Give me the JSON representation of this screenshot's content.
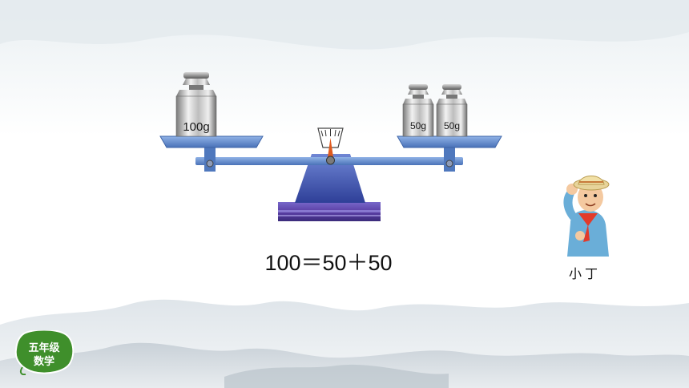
{
  "scene": {
    "left_weight": {
      "label": "100g"
    },
    "right_weights": [
      {
        "label": "50g"
      },
      {
        "label": "50g"
      }
    ]
  },
  "equation": "100＝50＋50",
  "character": {
    "name": "小丁"
  },
  "badge": {
    "line1": "五年级",
    "line2": "数学"
  },
  "colors": {
    "beam": "#5b86c9",
    "fulcrum": "#3b4fa8",
    "badge": "#3f8f2b",
    "pointer": "#e05a1e"
  }
}
